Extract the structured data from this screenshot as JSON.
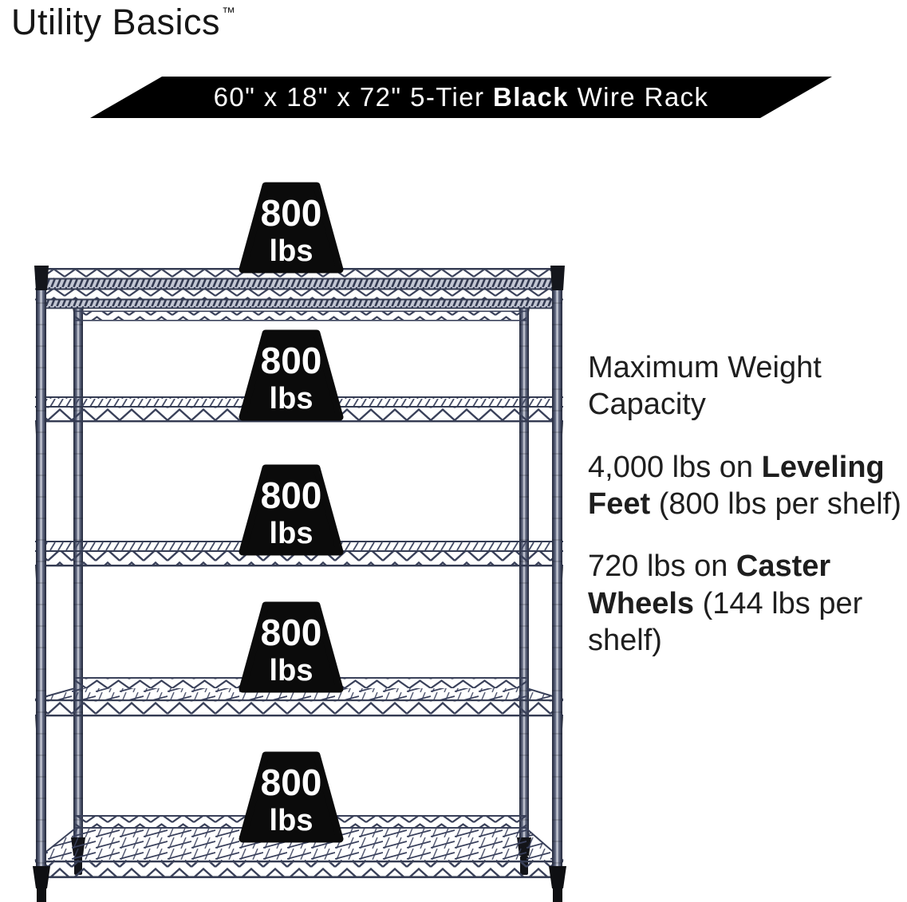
{
  "logo": {
    "text": "Utility Basics",
    "tm": "™"
  },
  "banner": {
    "bg_color": "#000000",
    "text_color": "#ffffff",
    "runs": [
      {
        "t": "60\" x 18\" x 72\" 5-Tier "
      },
      {
        "t": "Black",
        "b": true
      },
      {
        "t": " Wire Rack"
      }
    ]
  },
  "info": {
    "paragraphs": [
      {
        "runs": [
          {
            "t": "Maximum Weight Capacity"
          }
        ]
      },
      {
        "runs": [
          {
            "t": "4,000 lbs on "
          },
          {
            "t": "Leveling Feet",
            "b": true
          },
          {
            "t": " (800 lbs per shelf)"
          }
        ]
      },
      {
        "runs": [
          {
            "t": "720 lbs on "
          },
          {
            "t": "Caster Wheels",
            "b": true
          },
          {
            "t": " (144 lbs per shelf)"
          }
        ]
      }
    ]
  },
  "rack": {
    "tiers": 5,
    "per_shelf_capacity": "800 lbs",
    "weights": [
      {
        "value": "800",
        "unit": "lbs"
      },
      {
        "value": "800",
        "unit": "lbs"
      },
      {
        "value": "800",
        "unit": "lbs"
      },
      {
        "value": "800",
        "unit": "lbs"
      },
      {
        "value": "800",
        "unit": "lbs"
      }
    ],
    "colors": {
      "wire": "#3a415a",
      "post_dark": "#23283a",
      "post_highlight": "#d8dbe4",
      "cap_foot": "#14161c",
      "weight_block": "#0b0b0b"
    }
  }
}
